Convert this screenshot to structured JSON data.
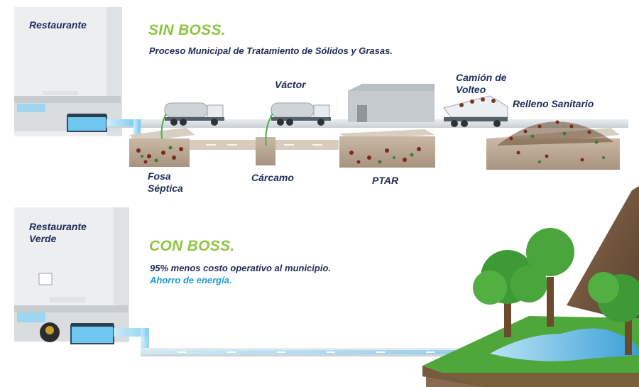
{
  "top": {
    "restaurant_label": "Restaurante",
    "heading": "SIN BOSS.",
    "subheading": "Proceso Municipal de Tratamiento de Sólidos y Grasas.",
    "stages": {
      "vactor": "Váctor",
      "camion": "Camión de\nVolteo",
      "relleno": "Relleno Sanitario",
      "fosa": "Fosa\nSéptica",
      "carcamo": "Cárcamo",
      "ptar": "PTAR"
    }
  },
  "bottom": {
    "restaurant_label": "Restaurante\nVerde",
    "heading": "CON BOSS.",
    "line1": "95% menos costo operativo al municipio.",
    "line2": "Ahorro de energía."
  },
  "colors": {
    "green": "#8cc63f",
    "navy": "#1f2d5a",
    "blue": "#1e9bd7"
  }
}
